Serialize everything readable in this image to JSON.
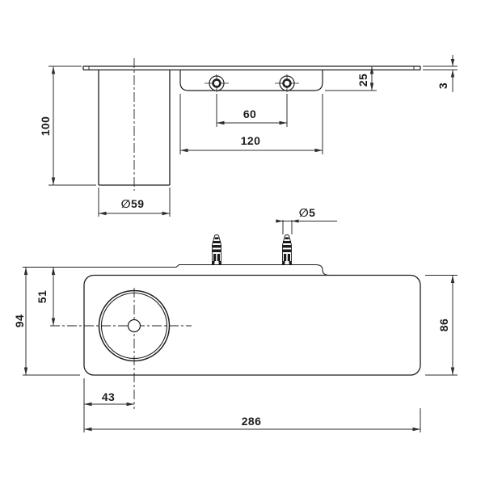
{
  "drawing": {
    "type": "technical-dimension-drawing",
    "views": [
      "front-elevation",
      "top-plan"
    ],
    "unit_system": "mm"
  },
  "colors": {
    "background": "#ffffff",
    "part_line": "#1f1f1f",
    "dim_line": "#2d2d2d",
    "text": "#1c1c1c"
  },
  "dims": {
    "front": {
      "overall_height": "100",
      "cup_diameter": "∅59",
      "screw_spacing": "60",
      "bracket_width": "120",
      "bracket_height": "25",
      "shelf_thickness": "3"
    },
    "plan": {
      "overall_depth": "94",
      "cup_center_from_wall": "51",
      "cup_center_from_left": "43",
      "overall_width": "286",
      "shelf_depth": "86",
      "anchor_diameter": "∅5"
    }
  }
}
